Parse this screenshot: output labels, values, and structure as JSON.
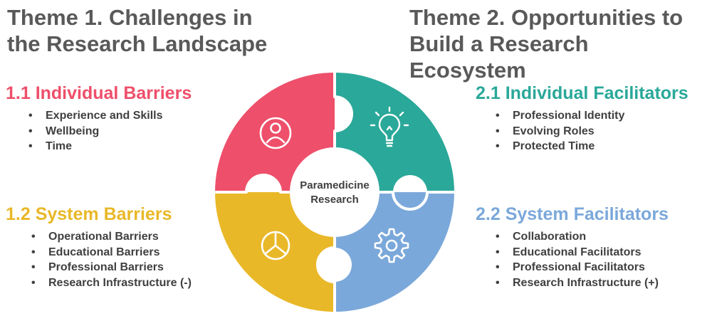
{
  "themes": {
    "theme1_line1": "Theme 1. Challenges in",
    "theme1_line2": "the Research Landscape",
    "theme2_line1": "Theme 2. Opportunities to",
    "theme2_line2": "Build a Research Ecosystem"
  },
  "sections": {
    "individual_barriers": {
      "title": "1.1 Individual Barriers",
      "items": [
        "Experience and Skills",
        "Wellbeing",
        "Time"
      ]
    },
    "system_barriers": {
      "title": "1.2 System Barriers",
      "items": [
        "Operational Barriers",
        "Educational Barriers",
        "Professional Barriers",
        "Research Infrastructure (-)"
      ]
    },
    "individual_facilitators": {
      "title": "2.1 Individual Facilitators",
      "items": [
        "Professional Identity",
        "Evolving Roles",
        "Protected Time"
      ]
    },
    "system_facilitators": {
      "title": "2.2 System Facilitators",
      "items": [
        "Collaboration",
        "Educational Facilitators",
        "Professional Facilitators",
        "Research Infrastructure (+)"
      ]
    }
  },
  "center": {
    "line1": "Paramedicine",
    "line2": "Research"
  },
  "colors": {
    "individual_barriers": "#EE4F6A",
    "system_barriers": "#E9B828",
    "individual_facilitators": "#2AA899",
    "system_facilitators": "#7BA8DA",
    "title_text": "#595959",
    "body_text": "#404040"
  },
  "icons": {
    "individual_barriers": "user-icon",
    "individual_facilitators": "lightbulb-icon",
    "system_barriers": "pie-chart-icon",
    "system_facilitators": "gear-icon"
  }
}
